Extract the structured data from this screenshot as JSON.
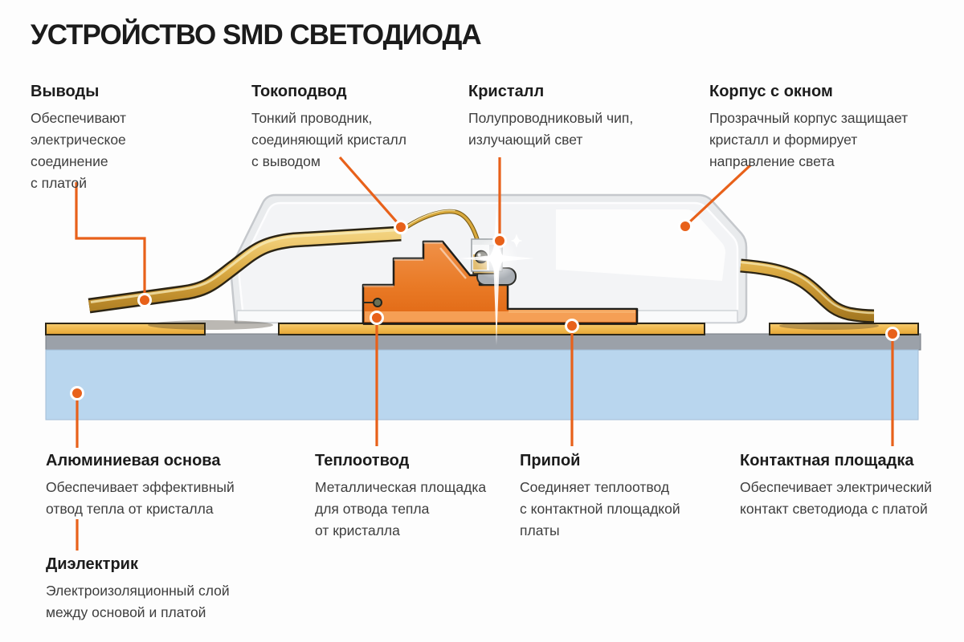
{
  "title": "УСТРОЙСТВО SMD СВЕТОДИОДА",
  "colors": {
    "accent": "#E8611A",
    "board_gray": "#9BA1A9",
    "aluminum_base": "#B9D6EE",
    "housing_shell": "#E9EBED",
    "gold_lead": "#DCAC45",
    "pad_gold": "#F0B94E",
    "heatsink_orange": "#E87425"
  },
  "callouts": {
    "leads": {
      "label": "Выводы",
      "desc": "Обеспечивают\nэлектрическое\nсоединение\nс платой"
    },
    "bond_wire": {
      "label": "Токоподвод",
      "desc": "Тонкий проводник,\nсоединяющий кристалл\nс выводом"
    },
    "crystal": {
      "label": "Кристалл",
      "desc": "Полупроводниковый чип,\nизлучающий свет"
    },
    "housing": {
      "label": "Корпус с окном",
      "desc": "Прозрачный корпус защищает\nкристалл и формирует\nнаправление света"
    },
    "aluminum_base": {
      "label": "Алюминиевая основа",
      "desc": "Обеспечивает эффективный\nотвод тепла от кристалла"
    },
    "heatsink": {
      "label": "Теплоотвод",
      "desc": "Металлическая площадка\nдля отвода тепла\nот кристалла"
    },
    "solder": {
      "label": "Припой",
      "desc": "Соединяет теплоотвод\nс контактной площадкой\nплаты"
    },
    "contact_pad": {
      "label": "Контактная площадка",
      "desc": "Обеспечивает электрический\nконтакт светодиода с платой"
    },
    "dielectric": {
      "label": "Диэлектрик",
      "desc": "Электроизоляционный слой\nмежду основой и платой"
    }
  }
}
